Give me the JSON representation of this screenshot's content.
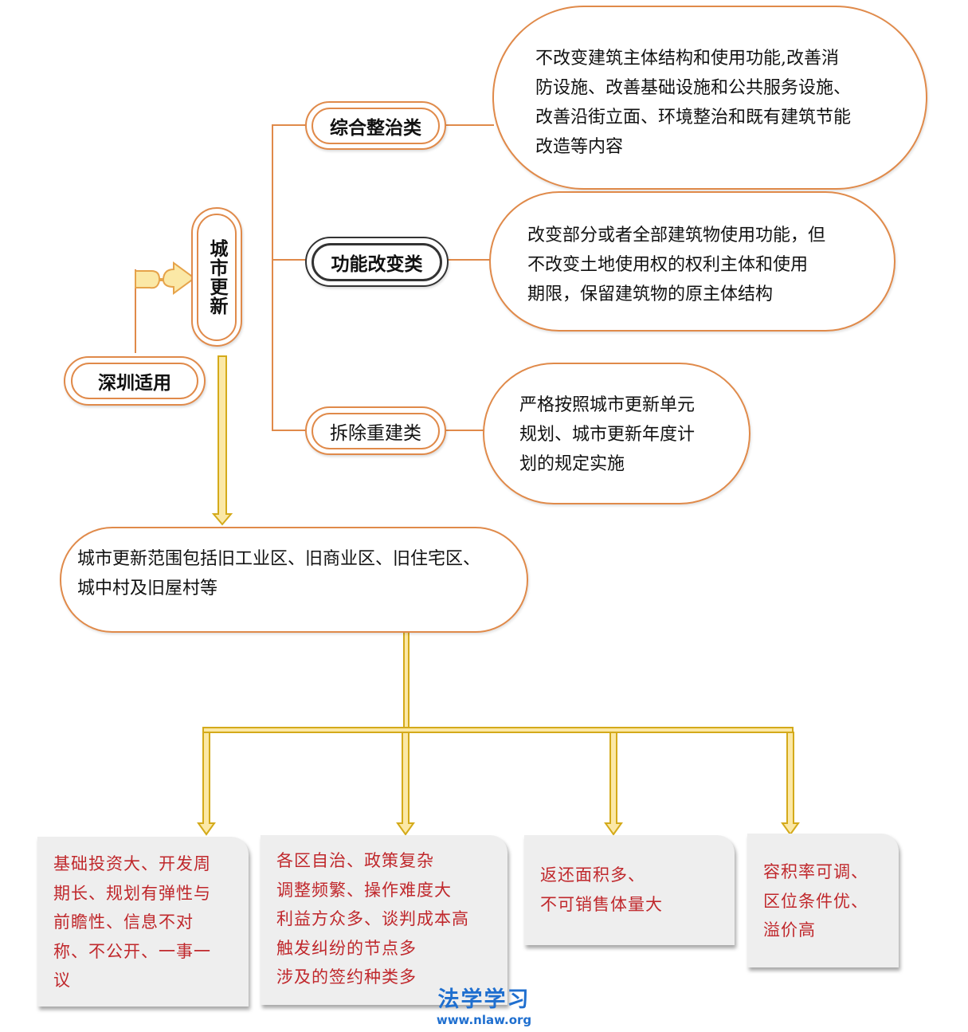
{
  "nodes": {
    "shenzhen": "深圳适用",
    "urban_renewal": "城市更新",
    "categories": [
      {
        "label": "综合整治类",
        "description": [
          "不改变建筑主体结构和使用功能,改善消",
          "防设施、改善基础设施和公共服务设施、",
          "改善沿街立面、环境整治和既有建筑节能",
          "改造等内容"
        ]
      },
      {
        "label": "功能改变类",
        "description": [
          "改变部分或者全部建筑物使用功能，但",
          "不改变土地使用权的权利主体和使用",
          "期限，保留建筑物的原主体结构"
        ]
      },
      {
        "label": "拆除重建类",
        "description": [
          "严格按照城市更新单元",
          "规划、城市更新年度计",
          "划的规定实施"
        ]
      }
    ],
    "scope": [
      "城市更新范围包括旧工业区、旧商业区、旧住宅区、",
      "城中村及旧屋村等"
    ],
    "features": [
      [
        "基础投资大、开发周",
        "期长、规划有弹性与",
        "前瞻性、信息不对",
        "称、不公开、一事一",
        "议"
      ],
      [
        "各区自治、政策复杂",
        "调整频繁、操作难度大",
        "利益方众多、谈判成本高",
        "触发纠纷的节点多",
        "涉及的签约种类多"
      ],
      [
        "返还面积多、",
        "不可销售体量大"
      ],
      [
        "容积率可调、",
        "区位条件优、",
        "溢价高"
      ]
    ]
  },
  "watermark": {
    "title": "法学学习",
    "url": "www.nlaw.org"
  },
  "colors": {
    "orange": "#e08a4a",
    "gold": "#d4aa1a",
    "arrow_fill": "#fbe8a6",
    "red_text": "#c0282c",
    "watermark_blue": "#1f6fcf"
  }
}
